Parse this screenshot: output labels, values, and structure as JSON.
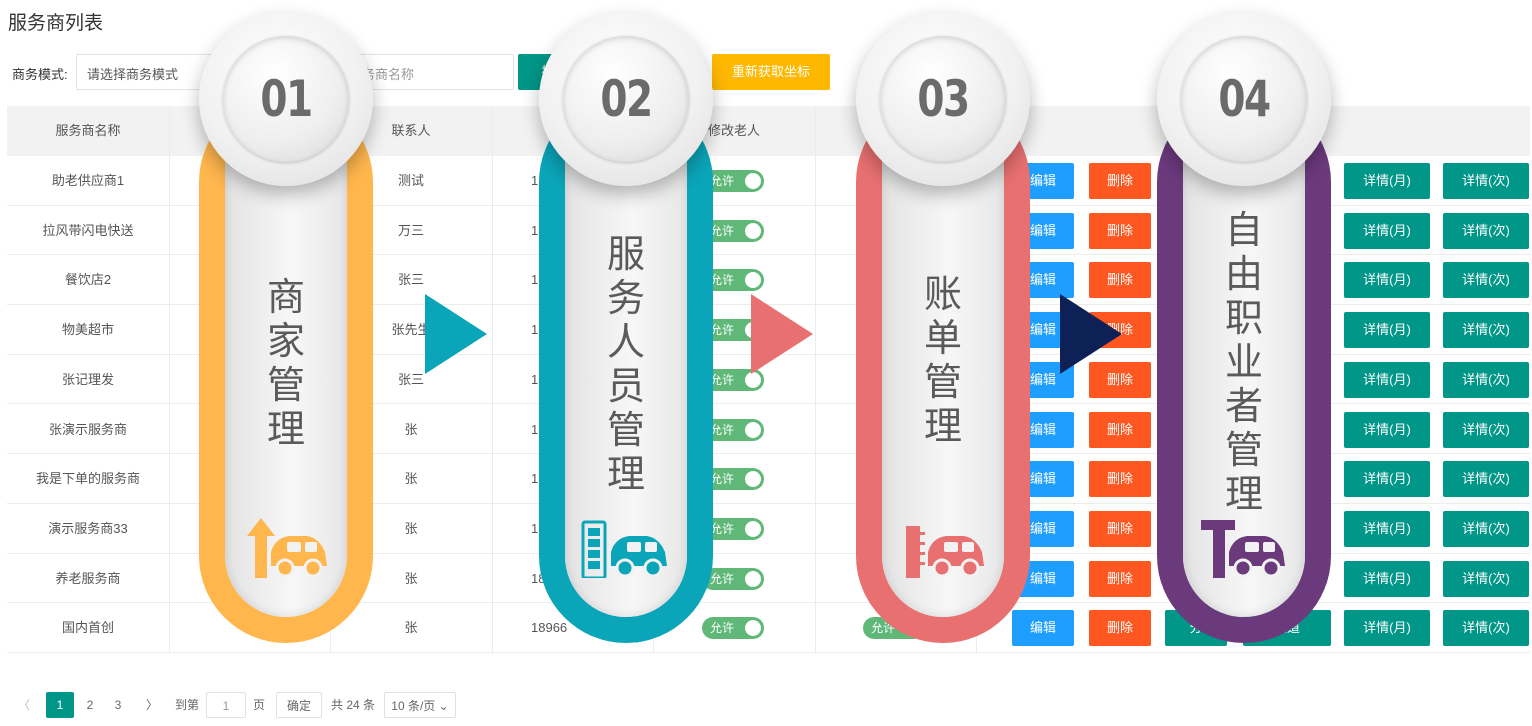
{
  "page": {
    "title": "服务商列表",
    "filter": {
      "mode_label": "商务模式:",
      "mode_placeholder": "请选择商务模式",
      "name_placeholder": "服务商名称",
      "search_label": "搜",
      "refresh_label": "重新获取坐标"
    },
    "table": {
      "headers": [
        "服务商名称",
        "联系人",
        "修改老人"
      ],
      "rows": [
        {
          "name": "助老供应商1",
          "contact": "测试",
          "phone": "1",
          "switch": "允许"
        },
        {
          "name": "拉风带闪电快送",
          "contact": "万三",
          "phone": "1",
          "switch": "允许"
        },
        {
          "name": "餐饮店2",
          "contact": "张三",
          "phone": "1",
          "switch": "允许"
        },
        {
          "name": "物美超市",
          "contact": "张先生",
          "phone": "1",
          "switch": "允许"
        },
        {
          "name": "张记理发",
          "contact": "张三",
          "phone": "1",
          "switch": "允许"
        },
        {
          "name": "张演示服务商",
          "contact": "张",
          "phone": "1",
          "switch": "允许"
        },
        {
          "name": "我是下单的服务商",
          "contact": "张",
          "phone": "1",
          "switch": "允许"
        },
        {
          "name": "演示服务商33",
          "contact": "张",
          "phone": "1",
          "switch": "允许"
        },
        {
          "name": "养老服务商",
          "contact": "张",
          "phone": "18",
          "switch": "允许"
        },
        {
          "name": "国内首创",
          "contact": "张",
          "phone": "18966",
          "switch": "允许"
        }
      ],
      "last_row_switch2": "允许",
      "last_row_extra": "分",
      "last_row_extra2": "通道",
      "actions": {
        "edit": "编辑",
        "delete": "删除",
        "detail_month": "详情(月)",
        "detail_count": "详情(次)"
      }
    },
    "pager": {
      "prev": "〈",
      "pages": [
        "1",
        "2",
        "3"
      ],
      "next": "〉",
      "goto_label": "到第",
      "goto_value": "1",
      "page_unit": "页",
      "confirm": "确定",
      "total": "共 24 条",
      "size": "10 条/页"
    }
  },
  "steps": [
    {
      "num": "01",
      "text": "商家管理",
      "color": "#ffb64d"
    },
    {
      "num": "02",
      "text": "服务人员管理",
      "color": "#0aa5b8"
    },
    {
      "num": "03",
      "text": "账单管理",
      "color": "#e87070"
    },
    {
      "num": "04",
      "text": "自由职业者管理",
      "color": "#6b3a7d"
    }
  ],
  "arrows": [
    "#0aa5b8",
    "#e87070",
    "#0d2157"
  ]
}
